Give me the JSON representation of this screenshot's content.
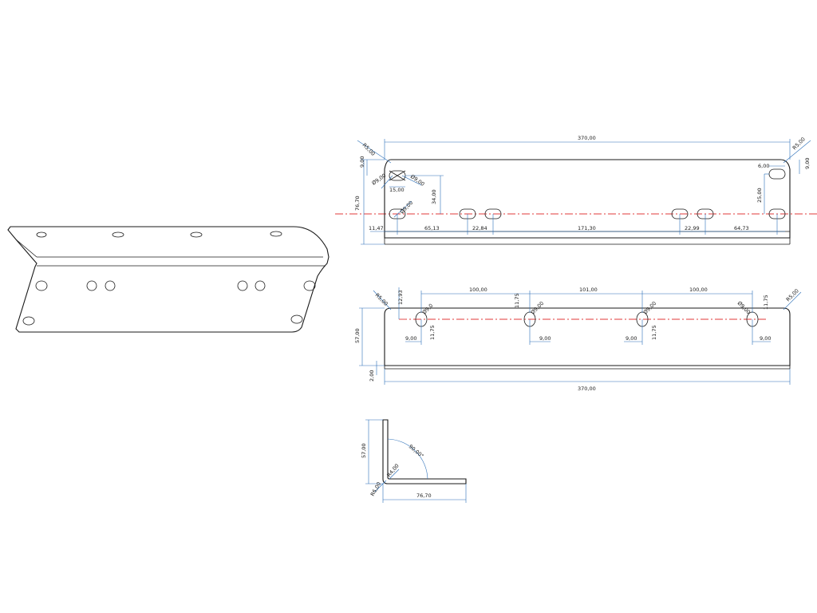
{
  "drawing": {
    "top_view": {
      "overall_length": "370,00",
      "radius_left": "R5,00",
      "radius_right": "R5,00",
      "edge_left": "9,00",
      "edge_right": "9,00",
      "height": "76,70",
      "hole_diam_a": "Ø9,00",
      "hole_diam_b": "Ø9,00",
      "hole_diam_c": "Ø9,00",
      "slot_length": "15,00",
      "offset_vertical": "34,00",
      "slot_width": "6,00",
      "offset_right_vertical": "25,00",
      "spacings": [
        "11,47",
        "65,13",
        "22,84",
        "171,30",
        "22,99",
        "64,73"
      ]
    },
    "front_view": {
      "pitch_1": "100,00",
      "pitch_2": "101,00",
      "pitch_3": "100,00",
      "offset_top": "12,93",
      "edge_offset_left": "11,75",
      "edge_offset_right": "11,75",
      "edge_offset_mid1": "11,75",
      "edge_offset_mid2": "11,75",
      "hole_diams": [
        "Ø9,0",
        "Ø9,00",
        "Ø9,00",
        "Ø9,00"
      ],
      "radius_left": "R5,00",
      "radius_right": "R5,00",
      "height": "57,00",
      "thickness": "2,00",
      "overall_length": "370,00",
      "hole_spacings": [
        "9,00",
        "9,00",
        "9,00",
        "9,00"
      ]
    },
    "side_view": {
      "height": "57,00",
      "bend_angle": "90,00°",
      "inner_radius": "R4,00",
      "thickness_offset": "R6,00",
      "base_length": "76,70"
    }
  }
}
